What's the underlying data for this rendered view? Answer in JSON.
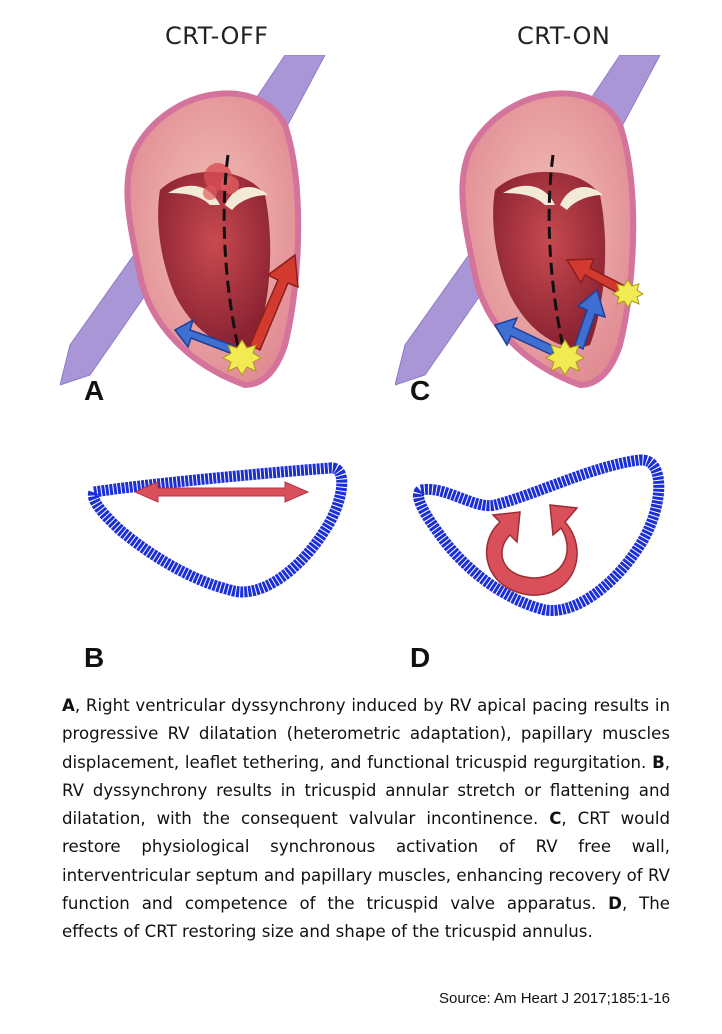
{
  "headers": {
    "off": "CRT-OFF",
    "on": "CRT-ON"
  },
  "panel_labels": {
    "a": "A",
    "b": "B",
    "c": "C",
    "d": "D"
  },
  "caption": {
    "a_letter": "A",
    "a_text": ", Right ventricular dyssynchrony induced by RV apical pacing results in progressive RV dilatation (heterometric adaptation), papillary muscles displacement, leaflet tethering, and functional tricuspid regurgitation. ",
    "b_letter": "B",
    "b_text": ", RV dyssynchrony results in tricuspid annular stretch or flattening and dilatation, with the consequent valvular incontinence. ",
    "c_letter": "C",
    "c_text": ", CRT would restore physiological synchronous activation of RV free wall, interventricular septum and papillary muscles, enhancing recovery of RV function and competence of the tricuspid valve apparatus. ",
    "d_letter": "D",
    "d_text": ", The effects of CRT restoring size and shape of the tricuspid annulus."
  },
  "source": "Source: Am Heart J 2017;185:1-16",
  "colors": {
    "vessel": "#a58fd6",
    "heart_outer": "#e6a39f",
    "heart_rim": "#d97fa6",
    "chamber": "#a8323e",
    "blue_arrow": "#3f6fd0",
    "red_arrow": "#d23a30",
    "spark": "#f2ea52",
    "annulus": "#1c2fd6"
  }
}
